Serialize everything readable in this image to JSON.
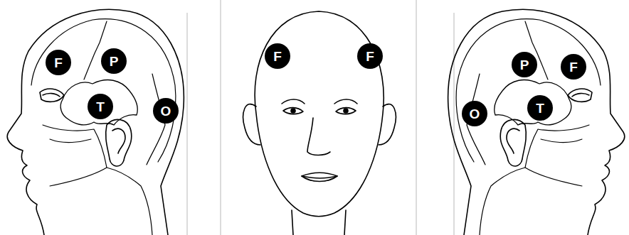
{
  "diagram": {
    "nodes": [
      {
        "text": [
          "F"
        ]
      },
      {
        "text": [
          "P"
        ]
      },
      {
        "text": [
          "T"
        ]
      },
      {
        "text": [
          "O"
        ]
      },
      {
        "text": [
          "F"
        ]
      },
      {
        "text": [
          "F"
        ]
      },
      {
        "text": [
          "P"
        ]
      },
      {
        "text": [
          "F"
        ]
      },
      {
        "text": [
          "O"
        ]
      },
      {
        "text": [
          "T"
        ]
      }
    ]
  }
}
